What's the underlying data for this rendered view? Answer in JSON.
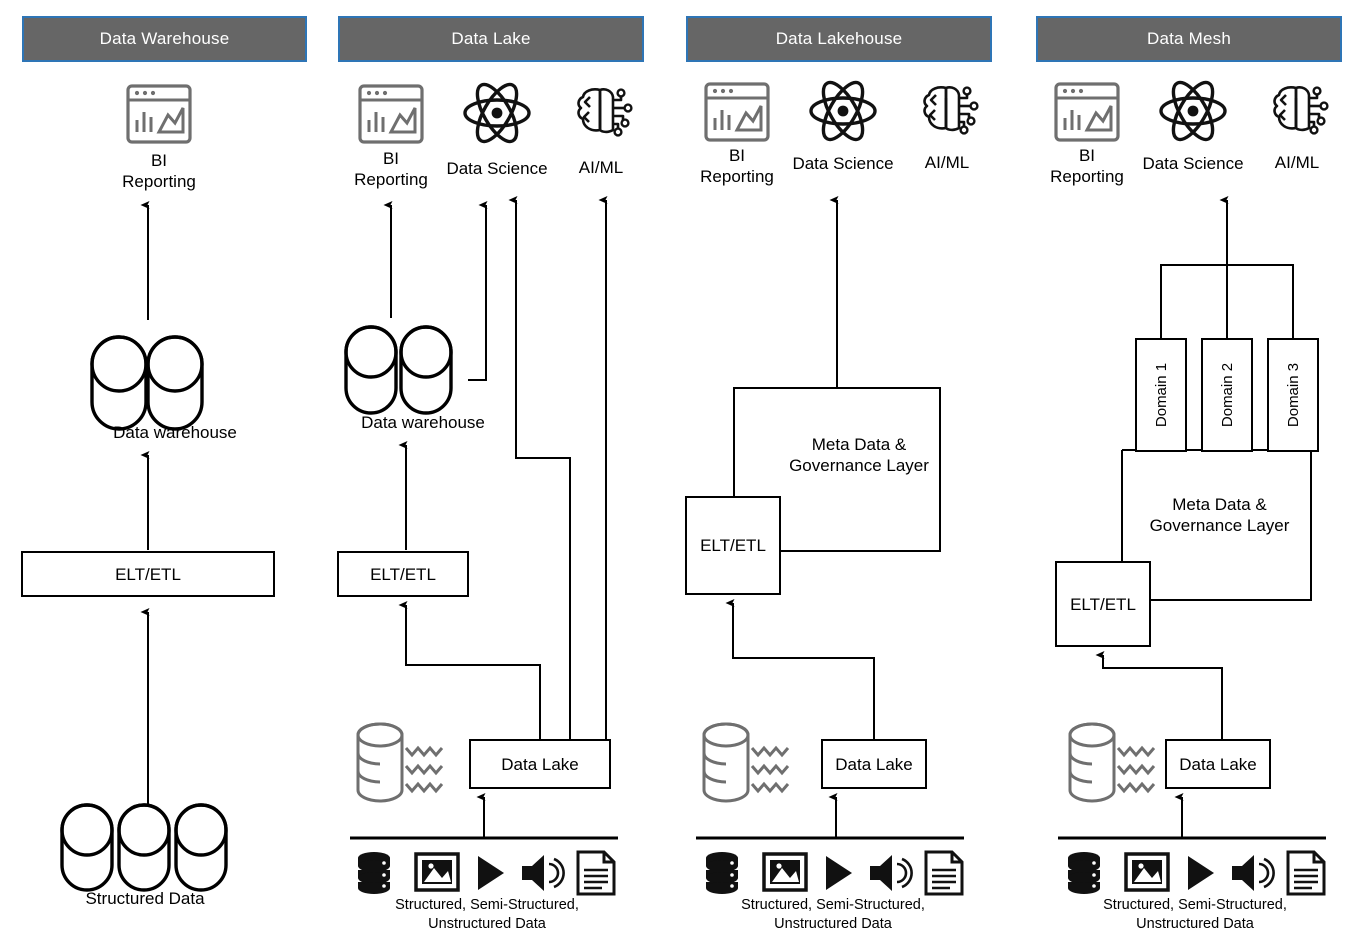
{
  "diagram": {
    "title": "Data Architecture Patterns Comparison",
    "background": "#ffffff",
    "header_fill": "#666666",
    "header_border": "#2E75B6",
    "header_text_color": "#ffffff",
    "line_color": "#000000",
    "icon_gray": "#6f6f6f"
  },
  "columns": [
    {
      "id": "data-warehouse",
      "header": "Data Warehouse",
      "consumers": [
        {
          "icon": "bi-reporting-icon",
          "label": "BI\nReporting"
        }
      ],
      "store_label": "Data warehouse",
      "etl_label": "ELT/ETL",
      "source_label": "Structured Data",
      "source_icons": [],
      "source_cylinders": 3,
      "lake_box_label": null,
      "meta_label": null,
      "domains": []
    },
    {
      "id": "data-lake",
      "header": "Data Lake",
      "consumers": [
        {
          "icon": "bi-reporting-icon",
          "label": "BI\nReporting"
        },
        {
          "icon": "atom-icon",
          "label": "Data Science"
        },
        {
          "icon": "brain-circuit-icon",
          "label": "AI/ML"
        }
      ],
      "store_label": "Data warehouse",
      "etl_label": "ELT/ETL",
      "lake_box_label": "Data Lake",
      "source_label": "Structured, Semi-Structured,\nUnstructured Data",
      "source_icons": [
        "database-stack-icon",
        "image-icon",
        "video-play-icon",
        "audio-speaker-icon",
        "document-icon"
      ],
      "meta_label": null,
      "domains": []
    },
    {
      "id": "data-lakehouse",
      "header": "Data Lakehouse",
      "consumers": [
        {
          "icon": "bi-reporting-icon",
          "label": "BI\nReporting"
        },
        {
          "icon": "atom-icon",
          "label": "Data Science"
        },
        {
          "icon": "brain-circuit-icon",
          "label": "AI/ML"
        }
      ],
      "store_label": null,
      "etl_label": "ELT/ETL",
      "lake_box_label": "Data Lake",
      "meta_label": "Meta Data &\nGovernance Layer",
      "source_label": "Structured, Semi-Structured,\nUnstructured Data",
      "source_icons": [
        "database-stack-icon",
        "image-icon",
        "video-play-icon",
        "audio-speaker-icon",
        "document-icon"
      ],
      "domains": []
    },
    {
      "id": "data-mesh",
      "header": "Data Mesh",
      "consumers": [
        {
          "icon": "bi-reporting-icon",
          "label": "BI\nReporting"
        },
        {
          "icon": "atom-icon",
          "label": "Data Science"
        },
        {
          "icon": "brain-circuit-icon",
          "label": "AI/ML"
        }
      ],
      "store_label": null,
      "etl_label": "ELT/ETL",
      "lake_box_label": "Data Lake",
      "meta_label": "Meta Data &\nGovernance Layer",
      "source_label": "Structured, Semi-Structured,\nUnstructured Data",
      "source_icons": [
        "database-stack-icon",
        "image-icon",
        "video-play-icon",
        "audio-speaker-icon",
        "document-icon"
      ],
      "domains": [
        "Domain 1",
        "Domain 2",
        "Domain 3"
      ]
    }
  ]
}
